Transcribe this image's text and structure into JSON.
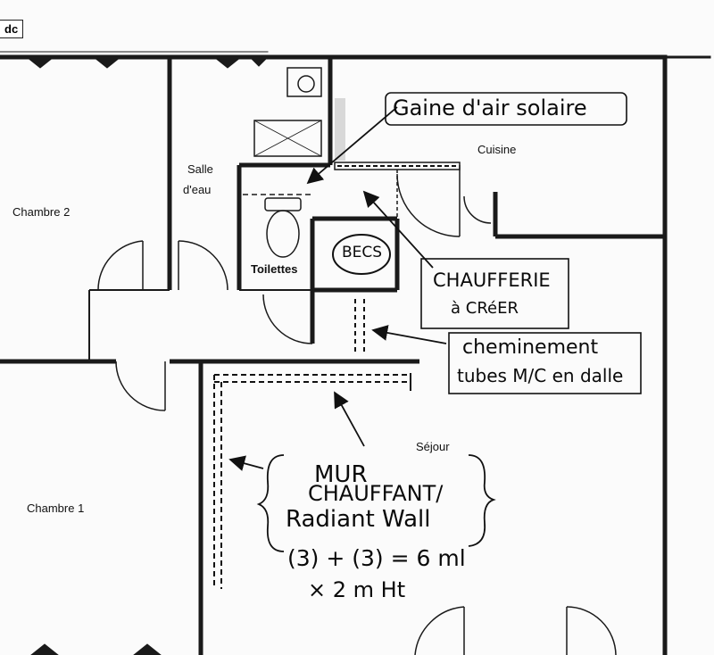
{
  "plan": {
    "corner_tag": "dc",
    "rooms": {
      "chambre2": "Chambre 2",
      "salle_eau_line1": "Salle",
      "salle_eau_line2": "d'eau",
      "toilettes": "Toilettes",
      "cuisine": "Cuisine",
      "sejour": "Séjour",
      "chambre1": "Chambre 1"
    },
    "annotations": {
      "gaine": "Gaine d'air solaire",
      "becs": "BECS",
      "chaufferie_line1": "CHAUFFERIE",
      "chaufferie_line2": "à CRéER",
      "cheminement_line1": "cheminement",
      "cheminement_line2": "tubes M/C en dalle",
      "mur_line1": "MUR",
      "mur_line2": "CHAUFFANT/",
      "mur_line3": "Radiant Wall",
      "mur_line4": "(3) + (3) = 6 ml",
      "mur_line5": "× 2 m Ht"
    },
    "colors": {
      "ink": "#111111",
      "paper": "#fbfbfb"
    }
  }
}
